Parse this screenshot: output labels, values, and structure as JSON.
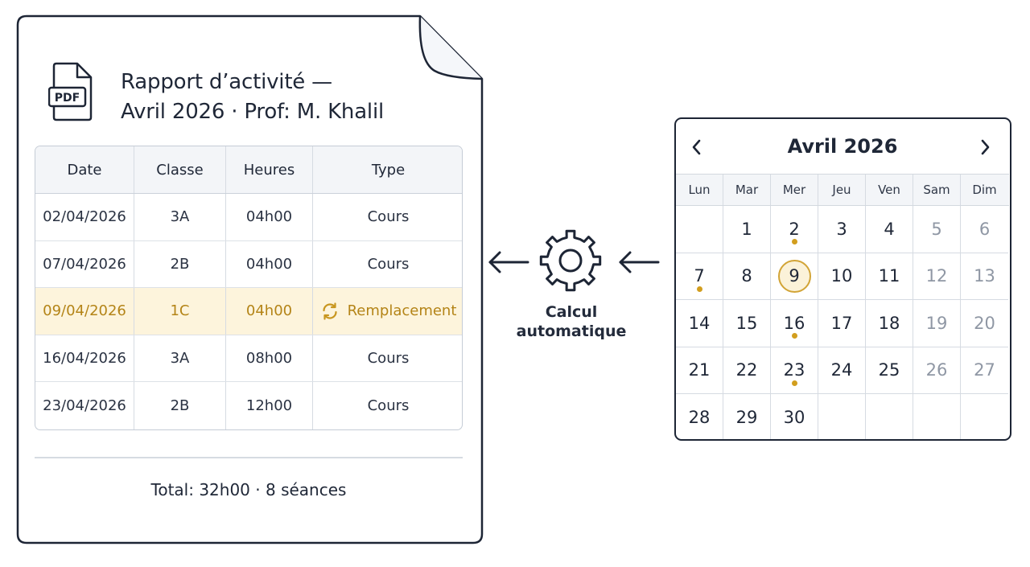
{
  "document": {
    "icon_label": "PDF",
    "title_line1": "Rapport d’activité —",
    "title_line2": "Avril 2026 · Prof: M. Khalil",
    "table": {
      "headers": [
        "Date",
        "Classe",
        "Heures",
        "Type"
      ],
      "rows": [
        {
          "date": "02/04/2026",
          "classe": "3A",
          "heures": "04h00",
          "type": "Cours",
          "highlight": false
        },
        {
          "date": "07/04/2026",
          "classe": "2B",
          "heures": "04h00",
          "type": "Cours",
          "highlight": false
        },
        {
          "date": "09/04/2026",
          "classe": "1C",
          "heures": "04h00",
          "type": "Remplacement",
          "highlight": true
        },
        {
          "date": "16/04/2026",
          "classe": "3A",
          "heures": "08h00",
          "type": "Cours",
          "highlight": false
        },
        {
          "date": "23/04/2026",
          "classe": "2B",
          "heures": "12h00",
          "type": "Cours",
          "highlight": false
        }
      ]
    },
    "total": "Total: 32h00 · 8 séances"
  },
  "process": {
    "label_line1": "Calcul",
    "label_line2": "automatique",
    "icon": "gear-icon"
  },
  "calendar": {
    "title": "Avril 2026",
    "weekdays": [
      "Lun",
      "Mar",
      "Mer",
      "Jeu",
      "Ven",
      "Sam",
      "Dim"
    ],
    "weeks": [
      [
        "",
        "1",
        "2",
        "3",
        "4",
        "5",
        "6"
      ],
      [
        "7",
        "8",
        "9",
        "10",
        "11",
        "12",
        "13"
      ],
      [
        "14",
        "15",
        "16",
        "17",
        "18",
        "19",
        "20"
      ],
      [
        "21",
        "22",
        "23",
        "24",
        "25",
        "26",
        "27"
      ],
      [
        "28",
        "29",
        "30",
        "",
        "",
        "",
        ""
      ]
    ],
    "marked_days": [
      "2",
      "7",
      "16",
      "23"
    ],
    "selected_day": "9"
  },
  "colors": {
    "ink": "#1d2535",
    "accent": "#d29e1e",
    "highlight_bg": "#fdf4dc",
    "highlight_text": "#b48417"
  }
}
